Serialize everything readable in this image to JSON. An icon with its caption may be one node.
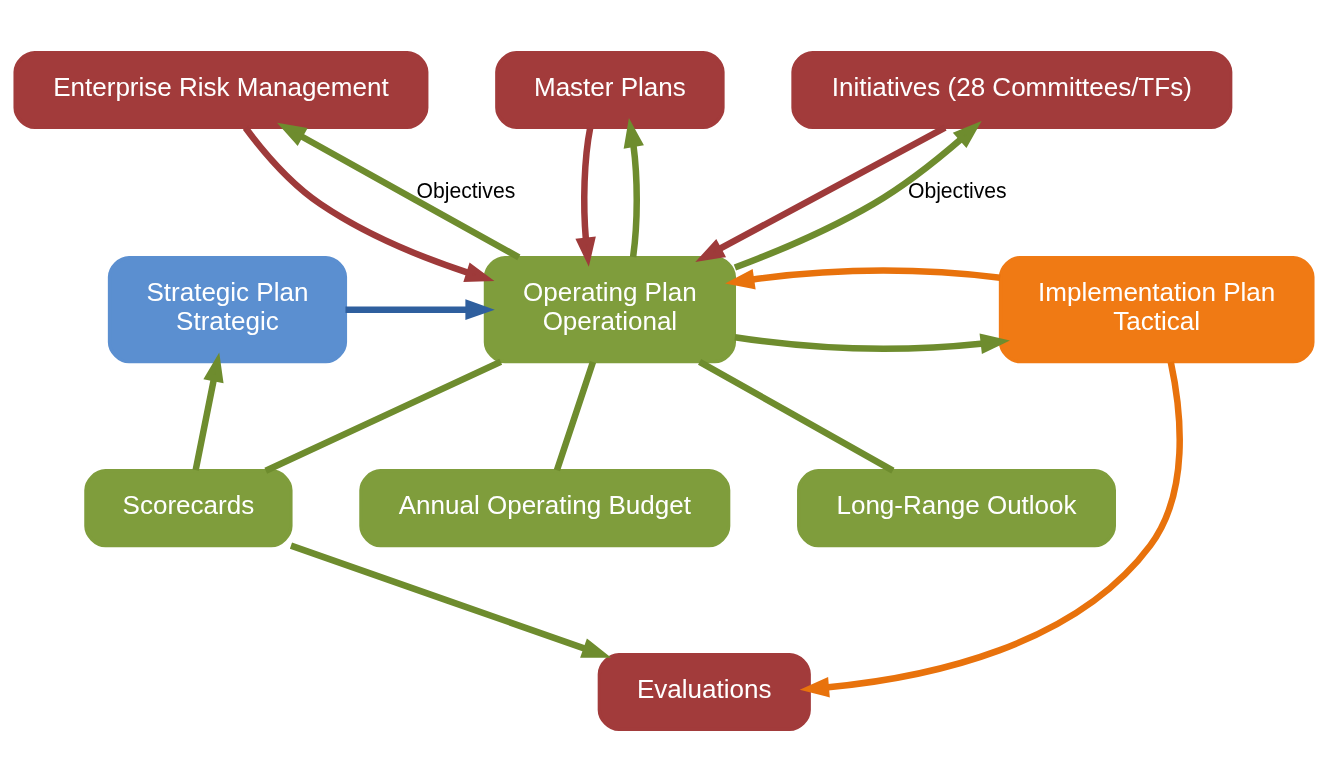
{
  "diagram": {
    "nodes": [
      {
        "text": [
          "Enterprise Risk Management"
        ]
      },
      {
        "text": [
          "Master Plans"
        ]
      },
      {
        "text": [
          "Initiatives (28 Committees/TFs)"
        ]
      },
      {
        "text": [
          "Strategic Plan",
          "Strategic"
        ]
      },
      {
        "text": [
          "Operating Plan",
          "Operational"
        ]
      },
      {
        "text": [
          "Implementation Plan",
          "Tactical"
        ]
      },
      {
        "text": [
          "Scorecards"
        ]
      },
      {
        "text": [
          "Annual Operating Budget"
        ]
      },
      {
        "text": [
          "Long-Range Outlook"
        ]
      },
      {
        "text": [
          "Evaluations"
        ]
      }
    ],
    "edges": [
      {
        "from": 0,
        "to": 4,
        "arrow": "to",
        "color": "#9e3a3a"
      },
      {
        "from": 1,
        "to": 4,
        "arrow": "to",
        "color": "#9e3a3a"
      },
      {
        "from": 2,
        "to": 4,
        "arrow": "to",
        "color": "#9e3a3a"
      },
      {
        "from": 4,
        "to": 0,
        "arrow": "to",
        "label": "Objectives"
      },
      {
        "from": 4,
        "to": 1,
        "arrow": "to"
      },
      {
        "from": 4,
        "to": 2,
        "arrow": "to",
        "label": "Objectives"
      },
      {
        "from": 3,
        "to": 4,
        "arrow": "to",
        "color": "#2f5f9e"
      },
      {
        "from": 4,
        "to": 5,
        "arrow": "to"
      },
      {
        "from": 5,
        "to": 4,
        "arrow": "to",
        "color": "#e8720c"
      },
      {
        "from": 4,
        "to": 6,
        "arrow": "none"
      },
      {
        "from": 4,
        "to": 7,
        "arrow": "none"
      },
      {
        "from": 4,
        "to": 8,
        "arrow": "none"
      },
      {
        "from": 6,
        "to": 3,
        "arrow": "to"
      },
      {
        "from": 6,
        "to": 9,
        "arrow": "to"
      },
      {
        "from": 5,
        "to": 9,
        "arrow": "to",
        "color": "#e8720c"
      }
    ]
  }
}
